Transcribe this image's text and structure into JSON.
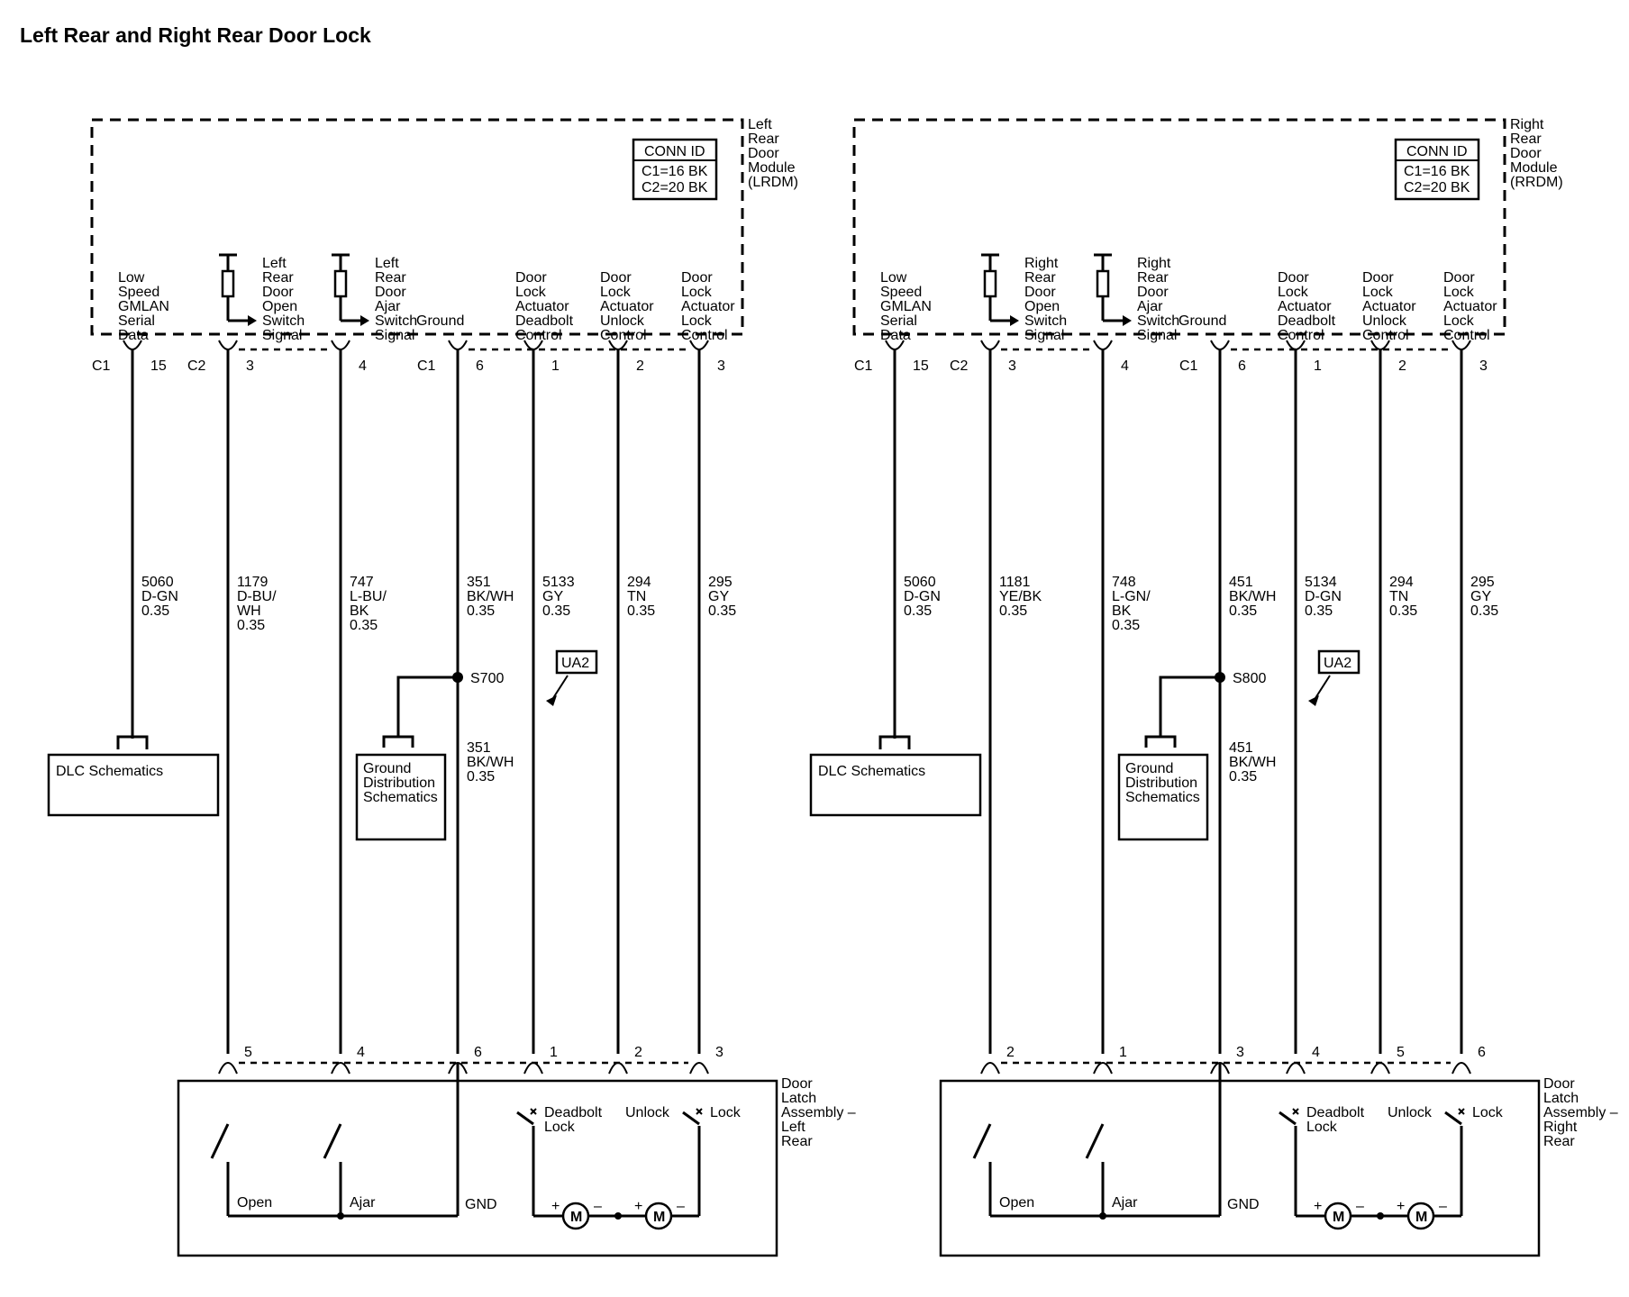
{
  "title": "Left Rear and Right Rear Door Lock",
  "panels": [
    {
      "module_label": [
        "Left",
        "Rear",
        "Door",
        "Module",
        "(LRDM)"
      ],
      "conn_id": {
        "header": "CONN ID",
        "c1": "C1=16 BK",
        "c2": "C2=20 BK"
      },
      "circuits": [
        {
          "module_label": [
            "Low",
            "Speed",
            "GMLAN",
            "Serial",
            "Data"
          ],
          "conn": "C1",
          "pin": "15",
          "wire": [
            "5060",
            "D-GN",
            "0.35"
          ]
        },
        {
          "module_label": [
            "Left",
            "Rear",
            "Door",
            "Open",
            "Switch",
            "Signal"
          ],
          "conn": "C2",
          "pin": "3",
          "wire": [
            "1179",
            "D-BU/",
            "WH",
            "0.35"
          ],
          "latch_pin": "5",
          "switch_label": "Open"
        },
        {
          "module_label": [
            "Left",
            "Rear",
            "Door",
            "Ajar",
            "Switch",
            "Signal"
          ],
          "conn": "",
          "pin": "4",
          "wire": [
            "747",
            "L-BU/",
            "BK",
            "0.35"
          ],
          "latch_pin": "4",
          "switch_label": "Ajar"
        },
        {
          "module_label": [
            "Ground"
          ],
          "conn": "C1",
          "pin": "6",
          "wire": [
            "351",
            "BK/WH",
            "0.35"
          ],
          "wire2": [
            "351",
            "BK/WH",
            "0.35"
          ],
          "splice": "S700",
          "latch_pin": "6",
          "latch_label": "GND"
        },
        {
          "module_label": [
            "Door",
            "Lock",
            "Actuator",
            "Deadbolt",
            "Control"
          ],
          "conn": "",
          "pin": "1",
          "wire": [
            "5133",
            "GY",
            "0.35"
          ],
          "latch_pin": "1",
          "switch_label": [
            "Deadbolt",
            "Lock"
          ]
        },
        {
          "module_label": [
            "Door",
            "Lock",
            "Actuator",
            "Unlock",
            "Control"
          ],
          "conn": "",
          "pin": "2",
          "wire": [
            "294",
            "TN",
            "0.35"
          ],
          "latch_pin": "2",
          "switch_label": [
            "Unlock"
          ]
        },
        {
          "module_label": [
            "Door",
            "Lock",
            "Actuator",
            "Lock",
            "Control"
          ],
          "conn": "",
          "pin": "3",
          "wire": [
            "295",
            "GY",
            "0.35"
          ],
          "latch_pin": "3",
          "switch_label": [
            "Lock"
          ]
        }
      ],
      "dlc": "DLC Schematics",
      "ground_box": [
        "Ground",
        "Distribution",
        "Schematics"
      ],
      "ua": "UA2",
      "latch_label": [
        "Door",
        "Latch",
        "Assembly –",
        "Left",
        "Rear"
      ],
      "motor": "M"
    },
    {
      "module_label": [
        "Right",
        "Rear",
        "Door",
        "Module",
        "(RRDM)"
      ],
      "conn_id": {
        "header": "CONN ID",
        "c1": "C1=16 BK",
        "c2": "C2=20 BK"
      },
      "circuits": [
        {
          "module_label": [
            "Low",
            "Speed",
            "GMLAN",
            "Serial",
            "Data"
          ],
          "conn": "C1",
          "pin": "15",
          "wire": [
            "5060",
            "D-GN",
            "0.35"
          ]
        },
        {
          "module_label": [
            "Right",
            "Rear",
            "Door",
            "Open",
            "Switch",
            "Signal"
          ],
          "conn": "C2",
          "pin": "3",
          "wire": [
            "1181",
            "YE/BK",
            "0.35"
          ],
          "latch_pin": "2",
          "switch_label": "Open"
        },
        {
          "module_label": [
            "Right",
            "Rear",
            "Door",
            "Ajar",
            "Switch",
            "Signal"
          ],
          "conn": "",
          "pin": "4",
          "wire": [
            "748",
            "L-GN/",
            "BK",
            "0.35"
          ],
          "latch_pin": "1",
          "switch_label": "Ajar"
        },
        {
          "module_label": [
            "Ground"
          ],
          "conn": "C1",
          "pin": "6",
          "wire": [
            "451",
            "BK/WH",
            "0.35"
          ],
          "wire2": [
            "451",
            "BK/WH",
            "0.35"
          ],
          "splice": "S800",
          "latch_pin": "3",
          "latch_label": "GND"
        },
        {
          "module_label": [
            "Door",
            "Lock",
            "Actuator",
            "Deadbolt",
            "Control"
          ],
          "conn": "",
          "pin": "1",
          "wire": [
            "5134",
            "D-GN",
            "0.35"
          ],
          "latch_pin": "4",
          "switch_label": [
            "Deadbolt",
            "Lock"
          ]
        },
        {
          "module_label": [
            "Door",
            "Lock",
            "Actuator",
            "Unlock",
            "Control"
          ],
          "conn": "",
          "pin": "2",
          "wire": [
            "294",
            "TN",
            "0.35"
          ],
          "latch_pin": "5",
          "switch_label": [
            "Unlock"
          ]
        },
        {
          "module_label": [
            "Door",
            "Lock",
            "Actuator",
            "Lock",
            "Control"
          ],
          "conn": "",
          "pin": "3",
          "wire": [
            "295",
            "GY",
            "0.35"
          ],
          "latch_pin": "6",
          "switch_label": [
            "Lock"
          ]
        }
      ],
      "dlc": "DLC Schematics",
      "ground_box": [
        "Ground",
        "Distribution",
        "Schematics"
      ],
      "ua": "UA2",
      "latch_label": [
        "Door",
        "Latch",
        "Assembly –",
        "Right",
        "Rear"
      ],
      "motor": "M"
    }
  ]
}
